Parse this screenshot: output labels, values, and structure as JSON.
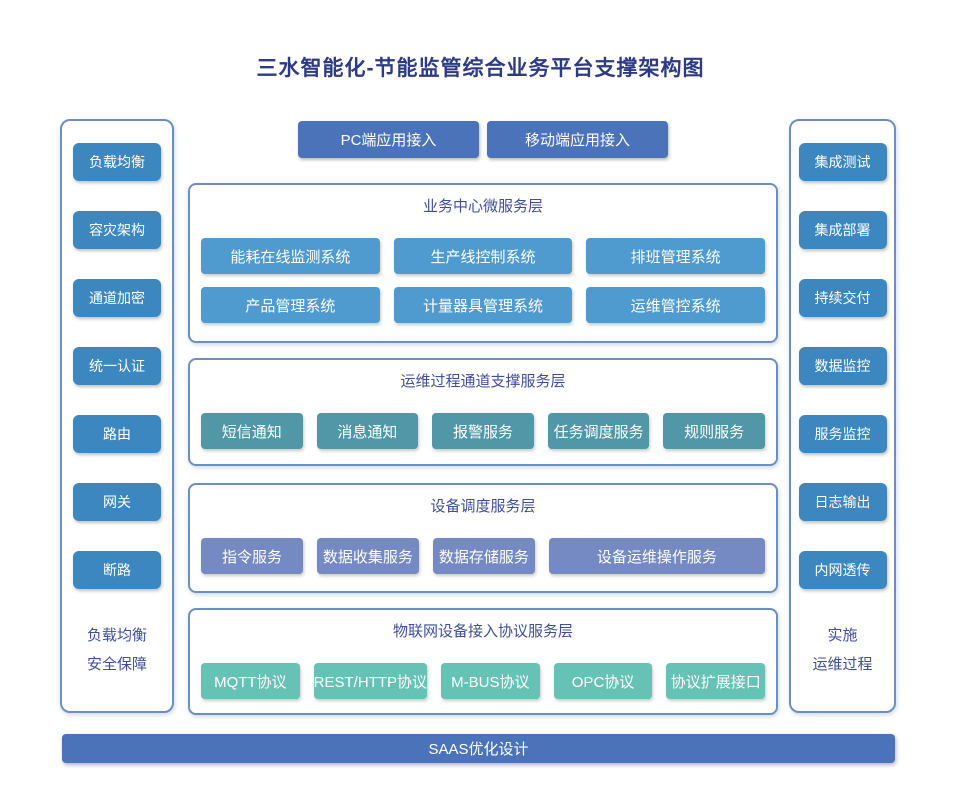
{
  "title": "三水智能化-节能监管综合业务平台支撑架构图",
  "colors": {
    "title": "#2d3a85",
    "caption": "#3f4e9e",
    "accent": "#4a73b9",
    "panel-border": "#6d8fc0",
    "side-btn": "#3d87c0",
    "layer1-btn": "#4f9ace",
    "layer2-btn": "#5197a8",
    "layer3-btn": "#7589c2",
    "layer4-btn": "#67c2b6"
  },
  "access": [
    "PC端应用接入",
    "移动端应用接入"
  ],
  "left_panel": {
    "items": [
      "负载均衡",
      "容灾架构",
      "通道加密",
      "统一认证",
      "路由",
      "网关",
      "断路"
    ],
    "caption": [
      "负载均衡",
      "安全保障"
    ]
  },
  "right_panel": {
    "items": [
      "集成测试",
      "集成部署",
      "持续交付",
      "数据监控",
      "服务监控",
      "日志输出",
      "内网透传"
    ],
    "caption": [
      "实施",
      "运维过程"
    ]
  },
  "layers": [
    {
      "title": "业务中心微服务层",
      "rows": [
        [
          "能耗在线监测系统",
          "生产线控制系统",
          "排班管理系统"
        ],
        [
          "产品管理系统",
          "计量器具管理系统",
          "运维管控系统"
        ]
      ]
    },
    {
      "title": "运维过程通道支撑服务层",
      "rows": [
        [
          "短信通知",
          "消息通知",
          "报警服务",
          "任务调度服务",
          "规则服务"
        ]
      ]
    },
    {
      "title": "设备调度服务层",
      "rows": [
        [
          "指令服务",
          "数据收集服务",
          "数据存储服务",
          "设备运维操作服务"
        ]
      ]
    },
    {
      "title": "物联网设备接入协议服务层",
      "rows": [
        [
          "MQTT协议",
          "REST/HTTP协议",
          "M-BUS协议",
          "OPC协议",
          "协议扩展接口"
        ]
      ]
    }
  ],
  "footer": {
    "label": "SAAS优化设计"
  }
}
